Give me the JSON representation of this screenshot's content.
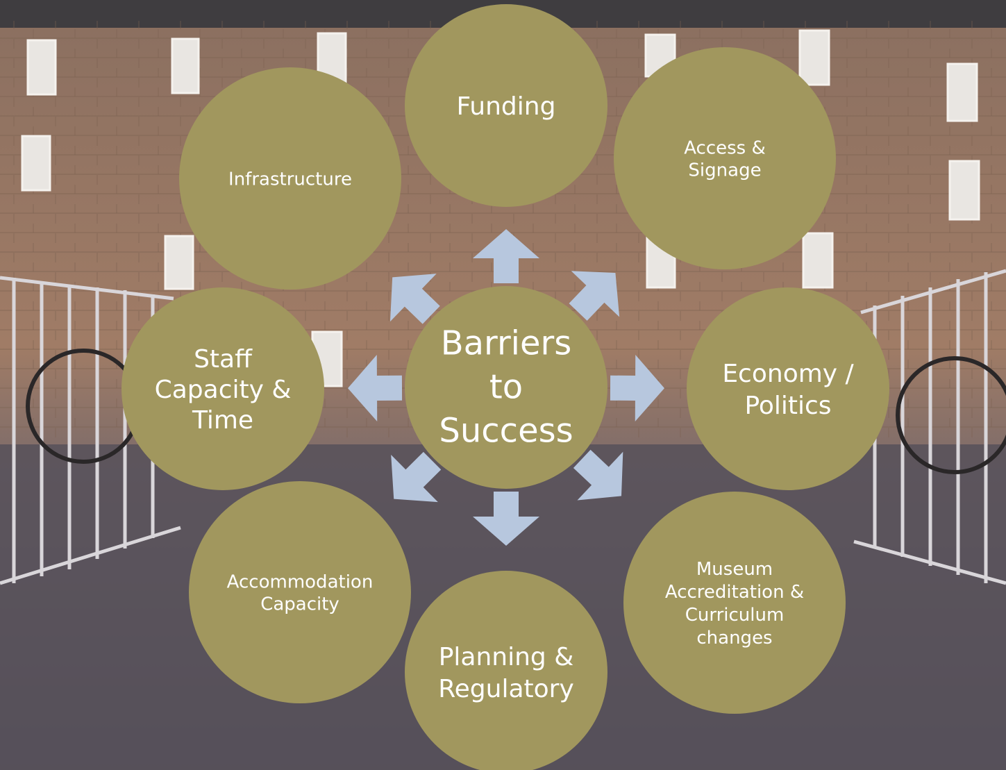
{
  "colors": {
    "circle_fill": "#a1975e",
    "arrow_fill": "#b7c7de",
    "label_text": "#ffffff",
    "background_sky": "#6b6468",
    "background_wall": "#9c7a64",
    "background_ground": "#56505a"
  },
  "diagram": {
    "center": {
      "lines": [
        "Barriers",
        "to",
        "Success"
      ]
    },
    "nodes": [
      {
        "id": "funding",
        "lines": [
          "Funding"
        ]
      },
      {
        "id": "access-signage",
        "lines": [
          "Access &",
          "Signage"
        ]
      },
      {
        "id": "economy-politics",
        "lines": [
          "Economy /",
          "Politics"
        ]
      },
      {
        "id": "museum-accreditation",
        "lines": [
          "Museum",
          "Accreditation &",
          "Curriculum",
          "changes"
        ]
      },
      {
        "id": "planning-regulatory",
        "lines": [
          "Planning &",
          "Regulatory"
        ]
      },
      {
        "id": "accommodation-capacity",
        "lines": [
          "Accommodation",
          "Capacity"
        ]
      },
      {
        "id": "staff-capacity-time",
        "lines": [
          "Staff",
          "Capacity &",
          "Time"
        ]
      },
      {
        "id": "infrastructure",
        "lines": [
          "Infrastructure"
        ]
      }
    ]
  }
}
